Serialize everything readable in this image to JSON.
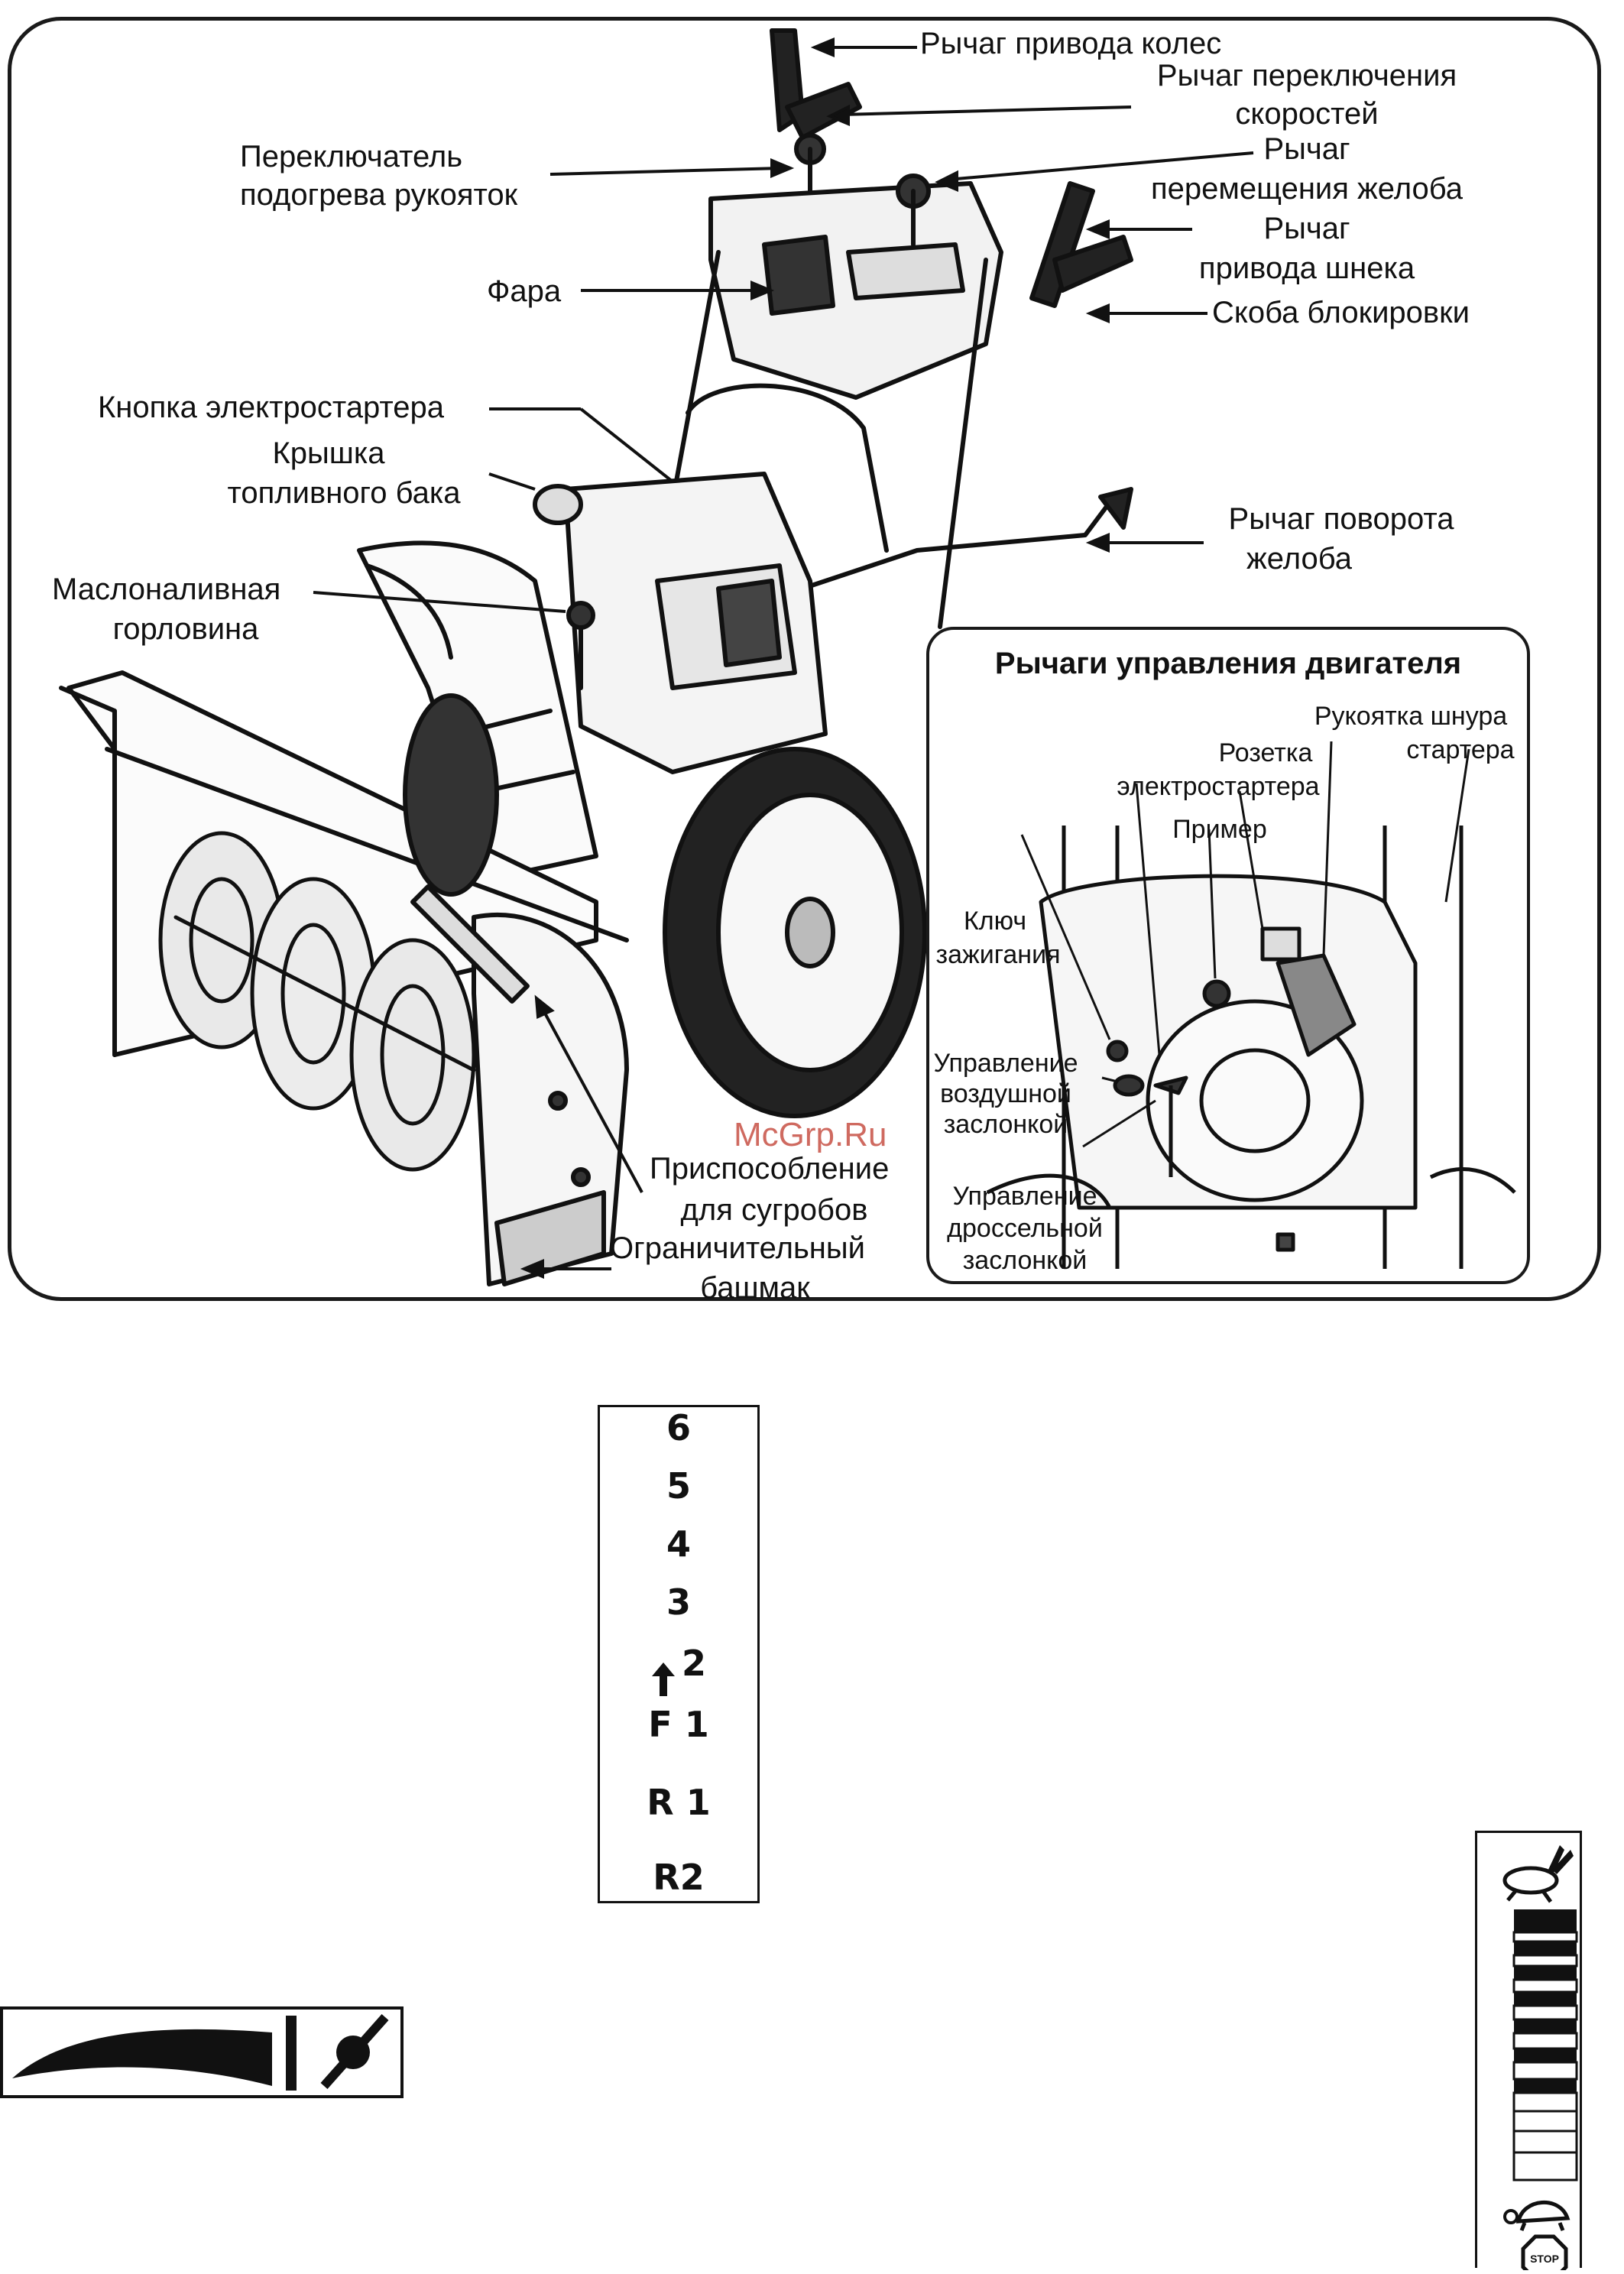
{
  "main_labels": {
    "drive_lever": "Рычаг привода колес",
    "shift_lever_1": "Рычаг переключения",
    "shift_lever_2": "скоростей",
    "heated_grips_1": "Переключатель",
    "heated_grips_2": "подогрева рукояток",
    "chute_move_1": "Рычаг",
    "chute_move_2": "перемещения желоба",
    "auger_lever_1": "Рычаг",
    "auger_lever_2": "привода шнека",
    "lock_bracket": "Скоба блокировки",
    "headlight": "Фара",
    "start_button": "Кнопка электростартера",
    "fuel_cap_1": "Крышка",
    "fuel_cap_2": "топливного бака",
    "chute_rotate_1": "Рычаг поворота",
    "chute_rotate_2": "желоба",
    "oil_fill_1": "Маслоналивная",
    "oil_fill_2": "горловина",
    "drift_cutter_1": "Приспособление",
    "drift_cutter_2": "для сугробов",
    "skid_shoe_1": "Ограничительный",
    "skid_shoe_2": "башмак"
  },
  "inset": {
    "title": "Рычаги управления двигателя",
    "recoil_1": "Рукоятка шнура",
    "recoil_2": "стартера",
    "socket_1": "Розетка",
    "socket_2": "электростартера",
    "primer": "Пример",
    "key_1": "Ключ",
    "key_2": "зажигания",
    "choke_1": "Управление",
    "choke_2": "воздушной",
    "choke_3": "заслонкой",
    "throttle_1": "Управление",
    "throttle_2": "дроссельной",
    "throttle_3": "заслонкой"
  },
  "watermark": "McGrp.Ru",
  "gear_positions": [
    "6",
    "5",
    "4",
    "3",
    "2",
    "F 1",
    "R 1",
    "R2"
  ],
  "colors": {
    "ink": "#111111",
    "watermark": "#c0392b"
  },
  "icons": {
    "fast": "rabbit-icon",
    "slow": "turtle-icon",
    "stop": "stop-sign-icon",
    "stop_text": "STOP"
  }
}
